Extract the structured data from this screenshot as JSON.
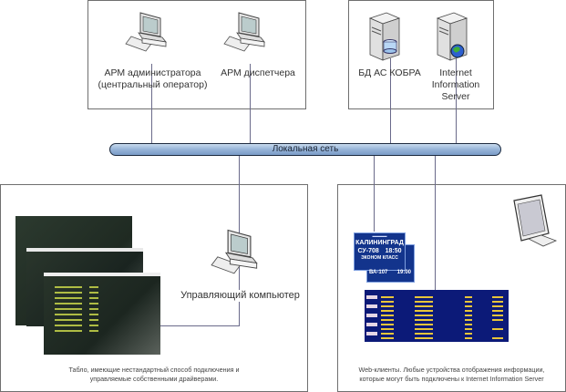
{
  "diagram": {
    "top_left_group": {
      "nodes": [
        {
          "label_line1": "АРМ администратора",
          "label_line2": "(центральный оператор)",
          "icon": "workstation-icon"
        },
        {
          "label_line1": "АРМ диспетчера",
          "icon": "workstation-icon"
        }
      ]
    },
    "top_right_group": {
      "nodes": [
        {
          "label_line1": "БД АС КОБРА",
          "icon": "database-server-icon"
        },
        {
          "label_line1": "Internet",
          "label_line2": "Information",
          "label_line3": "Server",
          "icon": "web-server-icon"
        }
      ]
    },
    "network": {
      "label": "Локальная сеть"
    },
    "bottom_left_group": {
      "controller": {
        "label": "Управляющий компьютер",
        "icon": "workstation-icon"
      },
      "boards_icon": "flight-info-board-photo",
      "caption_line1": "Табло, имеющие нестандартный способ подключения и",
      "caption_line2": "управляемые собственными драйверами."
    },
    "bottom_right_group": {
      "gate_display": {
        "city": "КАЛИНИНГРАД",
        "flight": "СУ-708",
        "time": "18:50",
        "class": "ЭКОНОМ КЛАСС",
        "flight2": "ВА-107",
        "time2": "19:00"
      },
      "monitor_icon": "lcd-monitor-icon",
      "caption_line1": "Web-клиенты. Любые устройства отображения информации,",
      "caption_line2": "которые могут быть подключены к Internet Information Server"
    },
    "colors": {
      "bus": "#9ab7da",
      "border": "#6f6f6f",
      "line": "#6a6a8a",
      "board_blue": "#13348c"
    }
  }
}
